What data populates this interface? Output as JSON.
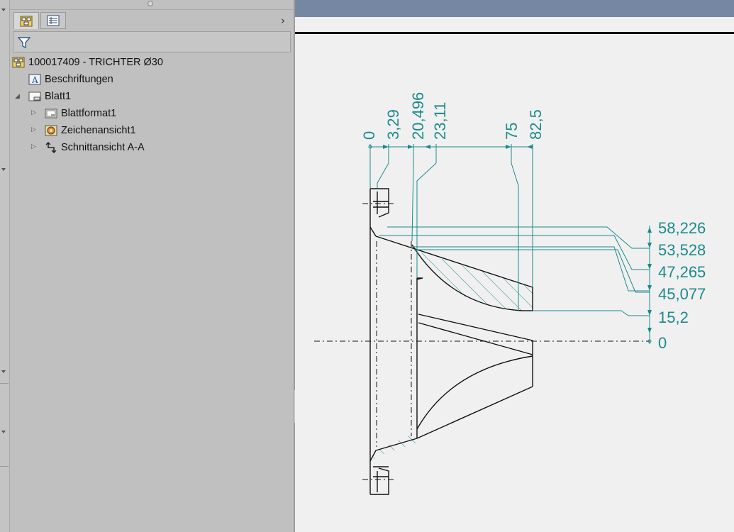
{
  "tree": {
    "root": {
      "label": "100017409 - TRICHTER Ø30",
      "icon": "drawing-document-icon"
    },
    "items": [
      {
        "label": "Beschriftungen",
        "icon": "annotations-folder-icon"
      },
      {
        "label": "Blatt1",
        "icon": "sheet-icon",
        "expanded": true
      },
      {
        "label": "Blattformat1",
        "icon": "sheet-format-icon"
      },
      {
        "label": "Zeichenansicht1",
        "icon": "drawing-view-icon"
      },
      {
        "label": "Schnittansicht A-A",
        "icon": "section-view-icon"
      }
    ]
  },
  "panel_tabs": [
    "feature-tree-tab",
    "property-manager-tab"
  ],
  "drawing": {
    "horizontal_dims": [
      "0",
      "3,29",
      "20,496",
      "23,11",
      "75",
      "82,5"
    ],
    "vertical_dims": [
      "58,226",
      "53,528",
      "47,265",
      "45,077",
      "15,2",
      "0"
    ]
  },
  "colors": {
    "dimension": "#1b8a8c",
    "geometry": "#111111",
    "panel_bg": "#c0c0c0",
    "canvas_bg": "#f0f0f0",
    "title_strip": "#7687a3"
  }
}
